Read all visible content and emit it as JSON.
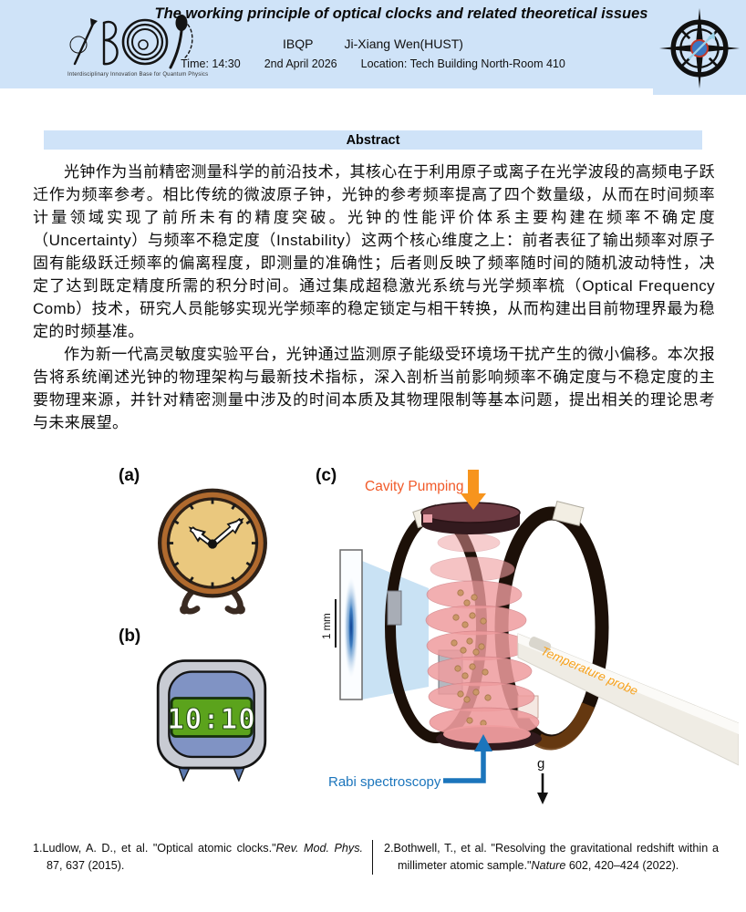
{
  "header": {
    "title": "The working principle of optical clocks and related theoretical issues",
    "org_label": "IBQP",
    "speaker": "Ji-Xiang Wen(HUST)",
    "time": "Time: 14:30",
    "date": "2nd April 2026",
    "location": "Location: Tech Building North-Room 410",
    "left_logo_caption": "Interdisciplinary Innovation Base for Quantum Physics",
    "bg_color": "#cfe3f8"
  },
  "abstract": {
    "heading": "Abstract",
    "paragraph1": "光钟作为当前精密测量科学的前沿技术，其核心在于利用原子或离子在光学波段的高频电子跃迁作为频率参考。相比传统的微波原子钟，光钟的参考频率提高了四个数量级，从而在时间频率计量领域实现了前所未有的精度突破。光钟的性能评价体系主要构建在频率不确定度（Uncertainty）与频率不稳定度（Instability）这两个核心维度之上：前者表征了输出频率对原子固有能级跃迁频率的偏离程度，即测量的准确性；后者则反映了频率随时间的随机波动特性，决定了达到既定精度所需的积分时间。通过集成超稳激光系统与光学频率梳（Optical Frequency Comb）技术，研究人员能够实现光学频率的稳定锁定与相干转换，从而构建出目前物理界最为稳定的时频基准。",
    "paragraph2": "作为新一代高灵敏度实验平台，光钟通过监测原子能级受环境场干扰产生的微小偏移。本次报告将系统阐述光钟的物理架构与最新技术指标，深入剖析当前影响频率不确定度与不稳定度的主要物理来源，并针对精密测量中涉及的时间本质及其物理限制等基本问题，提出相关的理论思考与未来展望。"
  },
  "figure": {
    "label_a": "(a)",
    "label_b": "(b)",
    "label_c": "(c)",
    "digital_time": "10:10",
    "cavity_pumping_label": "Cavity Pumping",
    "temperature_probe_label": "Temperature probe",
    "rabi_label": "Rabi spectroscopy",
    "scale_label": "1 mm",
    "gravity_label": "g",
    "colors": {
      "cavity_pumping_text": "#f15a29",
      "pump_arrow": "#f7941d",
      "temperature_probe_text": "#f7a11a",
      "rabi_text": "#1b75bc",
      "lattice_pink": "#ef9c9e"
    }
  },
  "references": [
    {
      "number": "1.",
      "text_before": "Ludlow, A. D., et al. \"Optical atomic clocks.\"",
      "journal": "Rev. Mod. Phys.",
      "text_after": " 87, 637 (2015)."
    },
    {
      "number": "2.",
      "text_before": "Bothwell, T., et al. \"Resolving the gravitational redshift within a millimeter atomic sample.\"",
      "journal": "Nature",
      "text_after": " 602, 420–424 (2022)."
    }
  ]
}
